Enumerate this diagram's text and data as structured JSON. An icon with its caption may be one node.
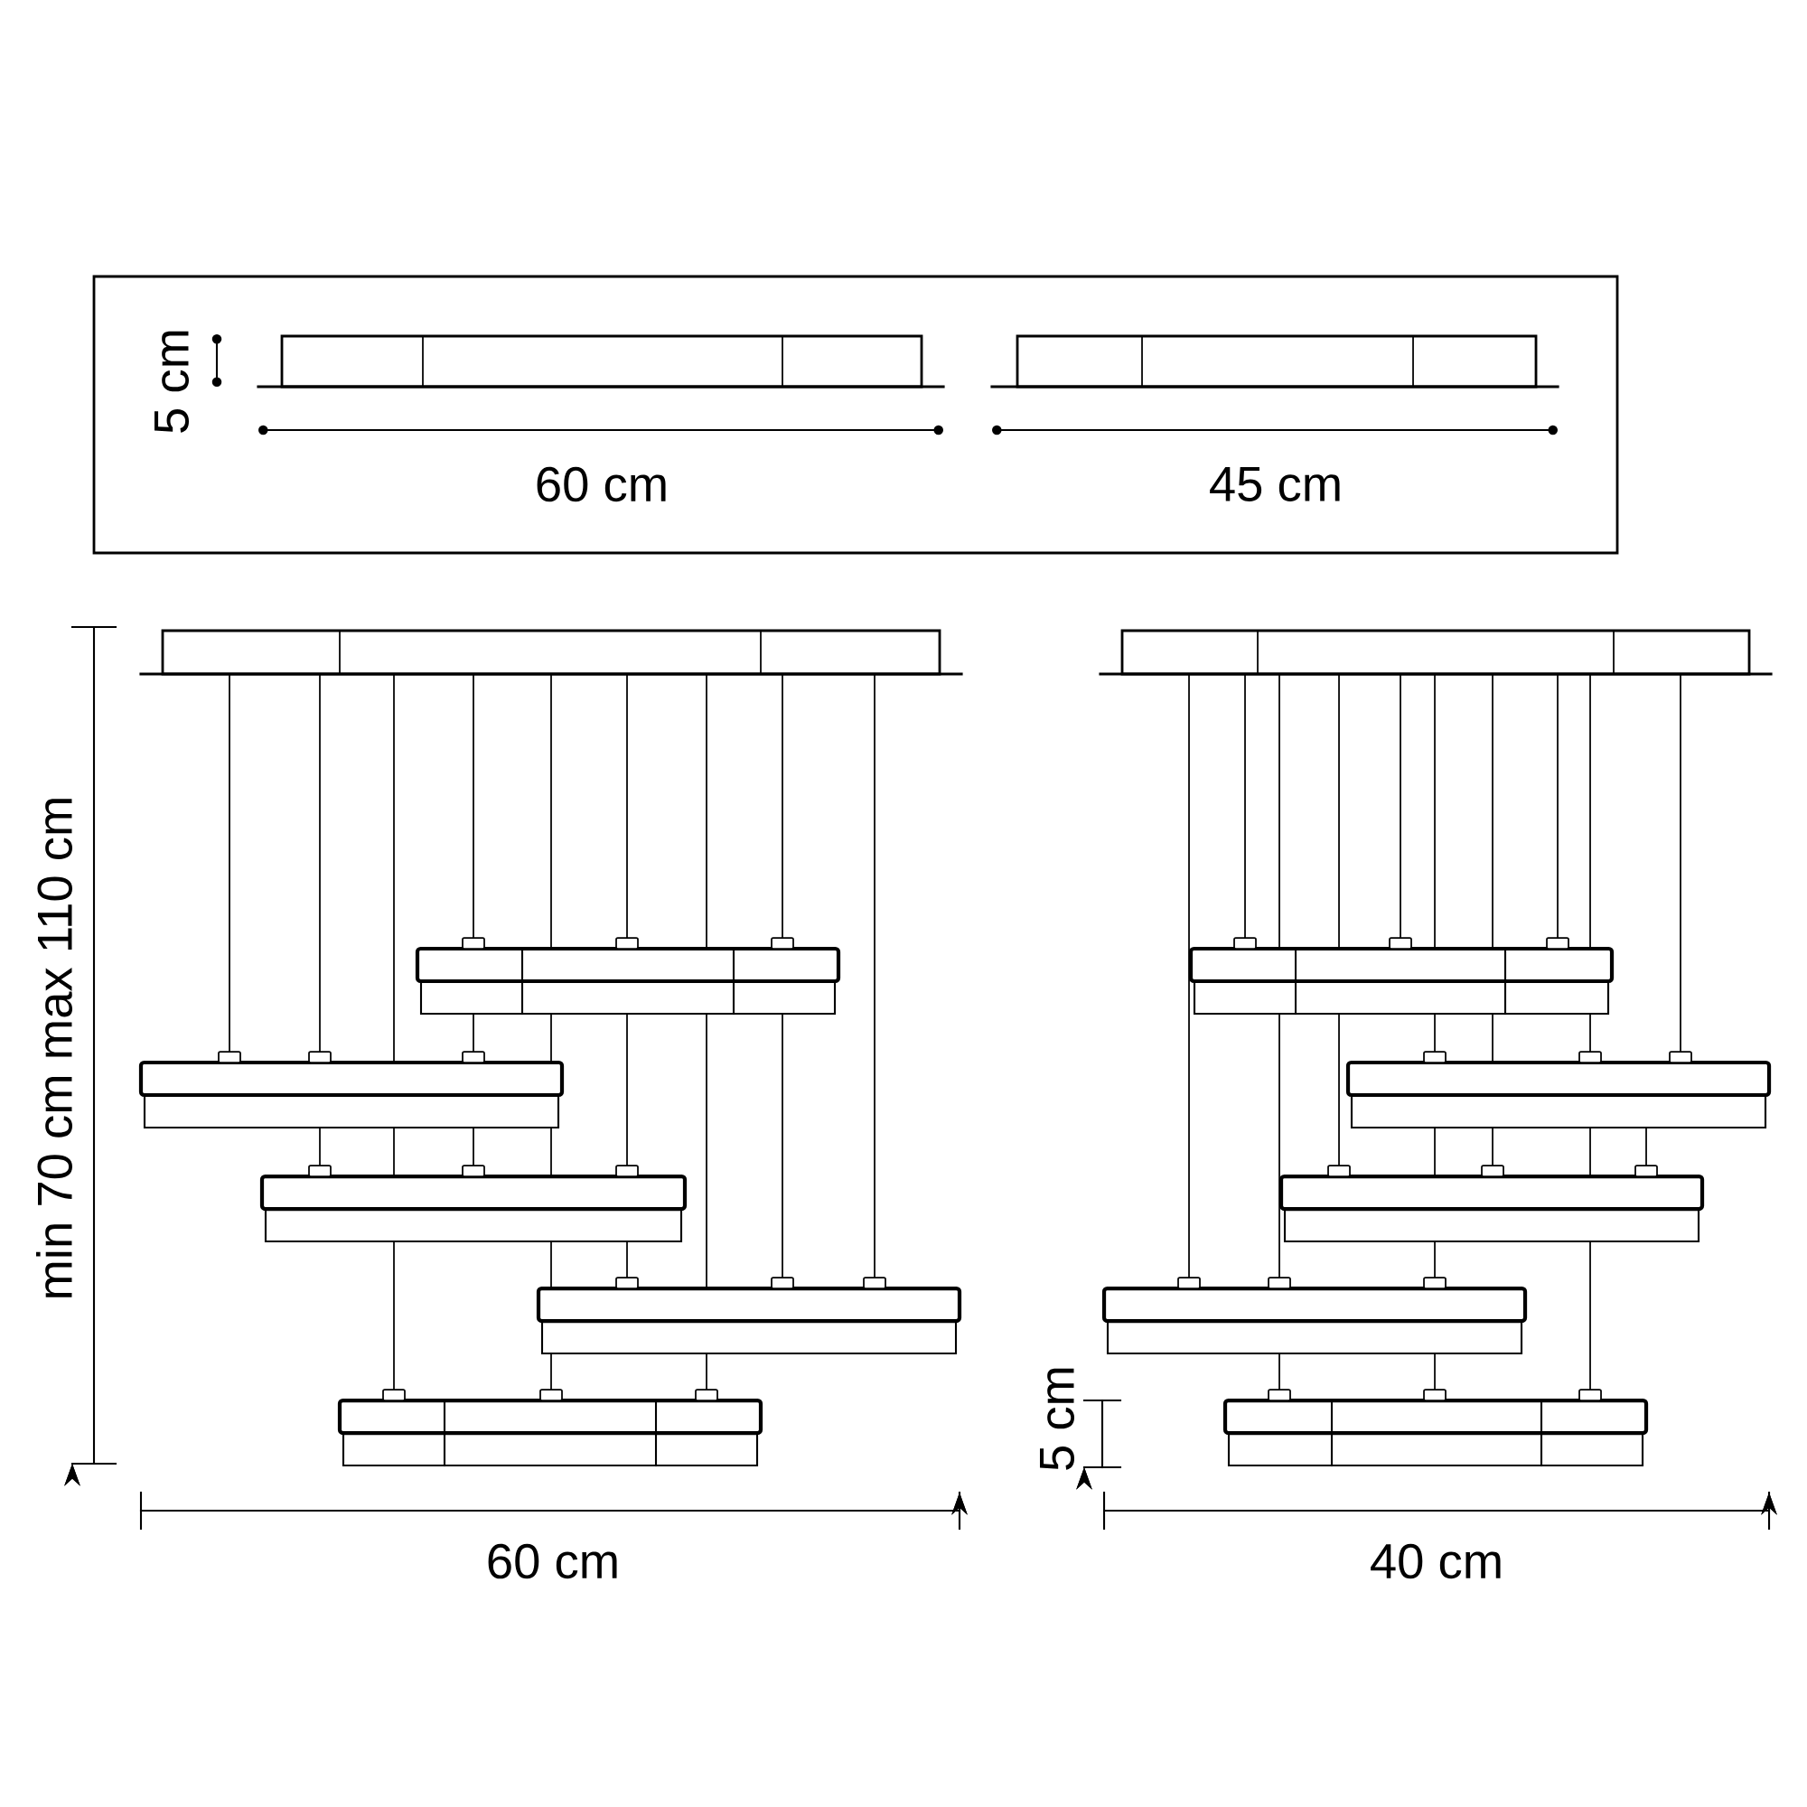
{
  "diagram": {
    "labels": [
      "5 cm",
      "60 cm",
      "45 cm",
      "min 70 cm max 110 cm",
      "5 cm",
      "60 cm",
      "40 cm"
    ]
  }
}
